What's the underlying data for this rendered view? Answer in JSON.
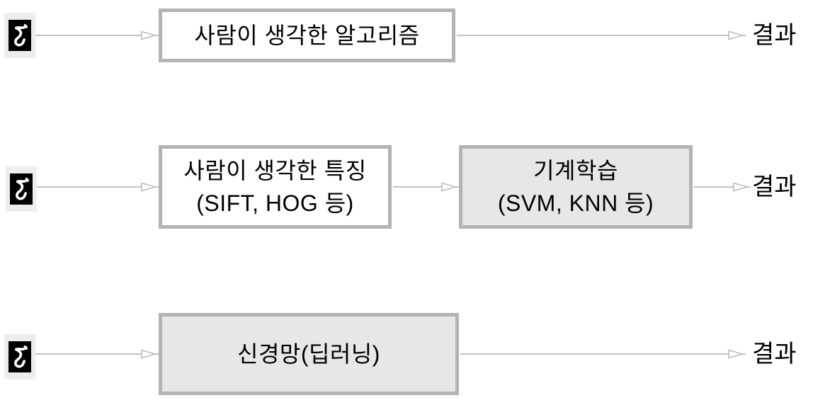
{
  "diagram": {
    "kind": "flow-diagram",
    "description_language": "ko",
    "colors": {
      "background": "#ffffff",
      "box_border": "#b3b3b3",
      "box_fill_white": "#ffffff",
      "box_fill_gray": "#e7e7e7",
      "arrow": "#c3c3c3",
      "icon_background": "#ededed",
      "digit_background": "#000000",
      "digit_stroke": "#ffffff",
      "text": "#000000"
    }
  },
  "rows": [
    {
      "input_icon": "mnist-digit-5-icon",
      "boxes": [
        {
          "style": "white",
          "lines": [
            "사람이 생각한 알고리즘"
          ]
        }
      ],
      "result": "결과"
    },
    {
      "input_icon": "mnist-digit-5-icon",
      "boxes": [
        {
          "style": "white",
          "lines": [
            "사람이 생각한 특징",
            "(SIFT, HOG 등)"
          ]
        },
        {
          "style": "gray",
          "lines": [
            "기계학습",
            "(SVM, KNN 등)"
          ]
        }
      ],
      "result": "결과"
    },
    {
      "input_icon": "mnist-digit-5-icon",
      "boxes": [
        {
          "style": "gray",
          "lines": [
            "신경망(딥러닝)"
          ]
        }
      ],
      "result": "결과"
    }
  ]
}
